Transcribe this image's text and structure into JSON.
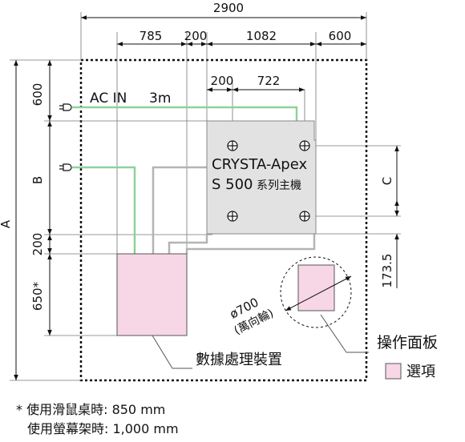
{
  "dimensions": {
    "total_width": "2900",
    "w_785": "785",
    "w_200_top": "200",
    "w_1082": "1082",
    "w_600_right": "600",
    "w_200_inner": "200",
    "w_722": "722",
    "h_600_left": "600",
    "h_B": "B",
    "h_200_left": "200",
    "h_650": "650*",
    "h_A": "A",
    "h_C": "C",
    "h_173_5": "173.5"
  },
  "labels": {
    "ac_in": "AC IN",
    "cable_length": "3m",
    "unit_line1": "CRYSTA-Apex",
    "unit_line2_model": "S 500",
    "unit_line2_suffix": "系列主機",
    "diameter": "ø700",
    "caster": "(萬向輪)",
    "data_processor": "數據處理裝置",
    "operation_panel": "操作面板",
    "option_legend": "選項"
  },
  "notes": {
    "line1": "* 使用滑鼠桌時: 850 mm",
    "line2": "使用螢幕架時: 1,000 mm"
  },
  "colors": {
    "machine_fill": "#e2e2e2",
    "option_fill": "#f7d6e6",
    "cable_green": "#8fd19a",
    "line_gray": "#b4b4b4"
  }
}
